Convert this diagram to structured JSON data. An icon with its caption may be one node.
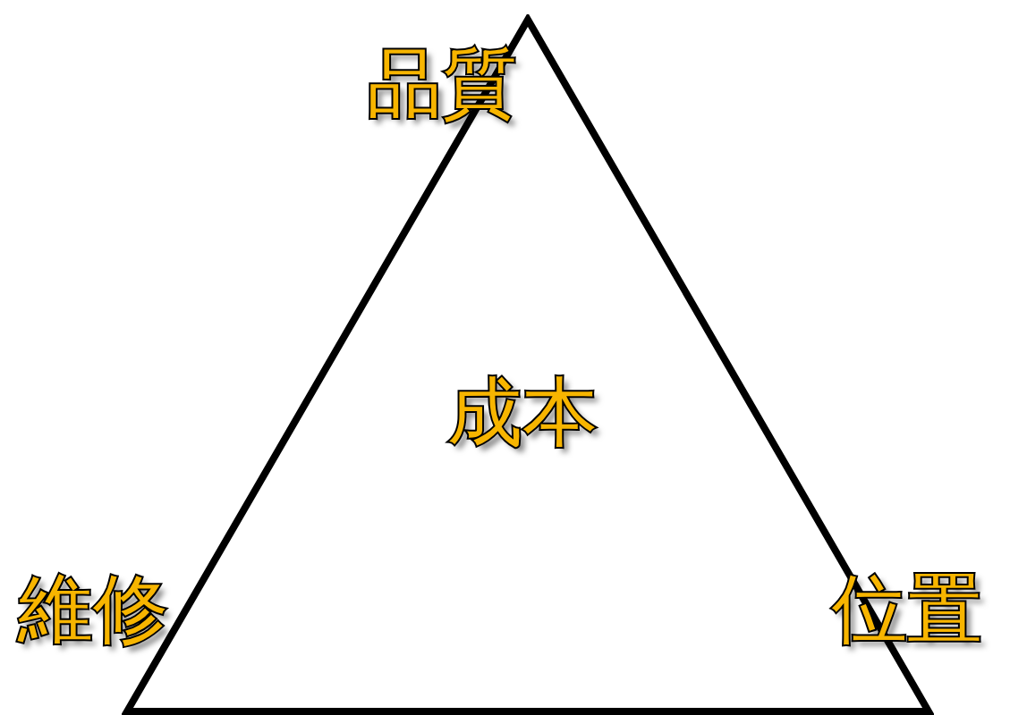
{
  "diagram": {
    "nodes": [
      {
        "text": [
          "成本"
        ]
      }
    ],
    "labels": [
      "品質",
      "維修",
      "位置"
    ]
  }
}
